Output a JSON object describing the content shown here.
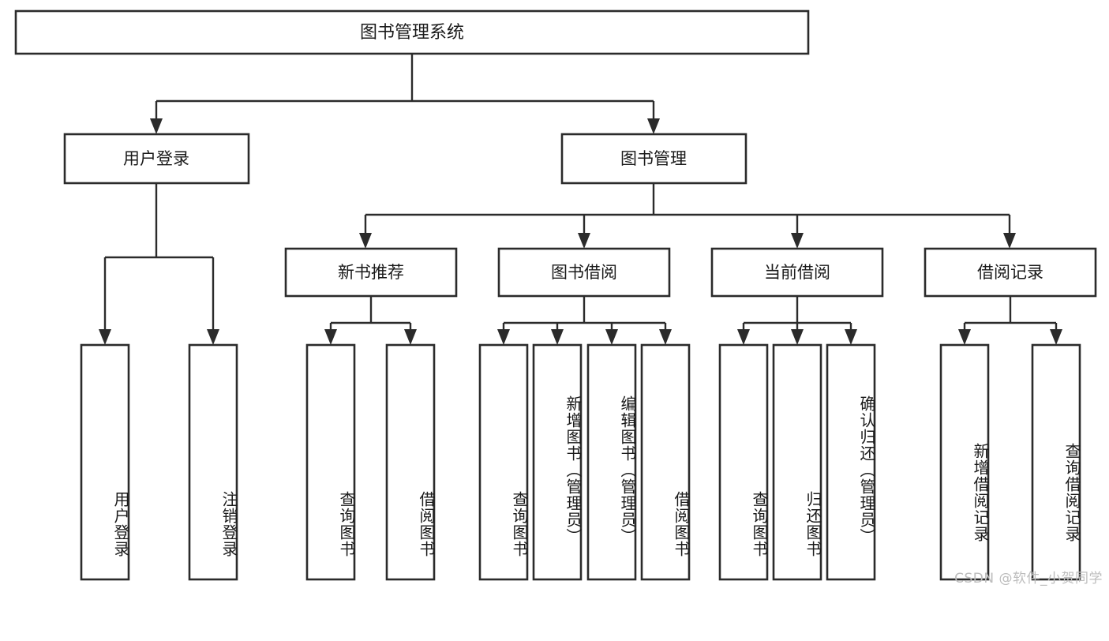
{
  "diagram": {
    "type": "tree",
    "title": "图书管理系统",
    "root": {
      "label": "图书管理系统"
    },
    "level2": [
      {
        "label": "用户登录"
      },
      {
        "label": "图书管理"
      }
    ],
    "level3": [
      {
        "label": "新书推荐"
      },
      {
        "label": "图书借阅"
      },
      {
        "label": "当前借阅"
      },
      {
        "label": "借阅记录"
      }
    ],
    "leaves": {
      "user_login": [
        {
          "label": "用户登录"
        },
        {
          "label": "注销登录"
        }
      ],
      "new_book_recommend": [
        {
          "label": "查询图书"
        },
        {
          "label": "借阅图书"
        }
      ],
      "book_borrow": [
        {
          "label": "查询图书"
        },
        {
          "label": "新增图书（管理员）"
        },
        {
          "label": "编辑图书（管理员）"
        },
        {
          "label": "借阅图书"
        }
      ],
      "current_borrow": [
        {
          "label": "查询图书"
        },
        {
          "label": "归还图书"
        },
        {
          "label": "确认归还（管理员）"
        }
      ],
      "borrow_records": [
        {
          "label": "新增借阅记录"
        },
        {
          "label": "查询借阅记录"
        }
      ]
    },
    "colors": {
      "stroke": "#2b2b2b",
      "fill": "#ffffff",
      "text": "#1a1a1a",
      "watermark": "#bdbdbd"
    }
  },
  "watermark": {
    "text": "CSDN @软件_小贺同学"
  }
}
